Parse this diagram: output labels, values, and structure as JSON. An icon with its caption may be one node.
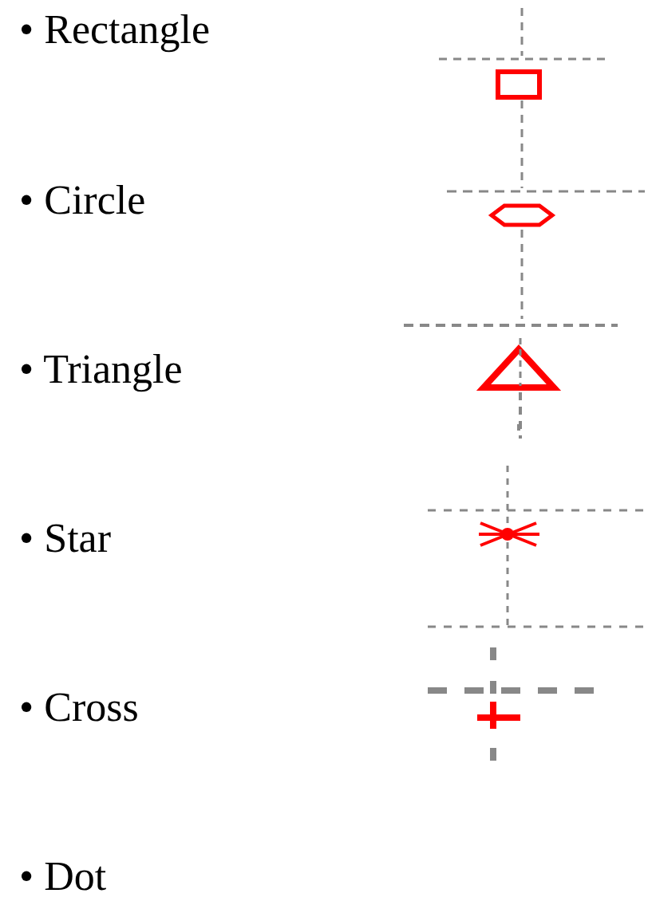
{
  "diagram": {
    "labels": [
      "• Rectangle",
      "• Circle",
      "• Triangle",
      "• Star",
      "• Cross",
      "• Dot"
    ]
  }
}
